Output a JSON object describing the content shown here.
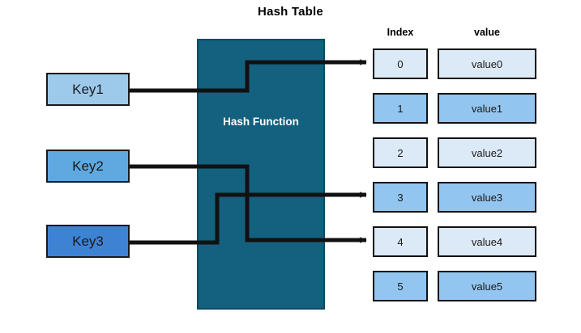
{
  "diagram": {
    "title": "Hash Table",
    "process_label": "Hash Function",
    "colors": {
      "process_fill": "#14607f",
      "process_stroke": "#0d4a63",
      "key1_fill": "#9dc9ea",
      "key2_fill": "#5fa8e0",
      "key3_fill": "#3e82d4",
      "row_even_fill": "#dce9f7",
      "row_odd_fill": "#92c5f0",
      "stroke": "#111111",
      "text": "#1a1a1a",
      "process_text": "#ffffff"
    }
  },
  "keys": [
    {
      "label": "Key1",
      "maps_to_index": "0"
    },
    {
      "label": "Key2",
      "maps_to_index": "4"
    },
    {
      "label": "Key3",
      "maps_to_index": "3"
    }
  ],
  "table": {
    "headers": {
      "index": "Index",
      "value": "value"
    },
    "rows": [
      {
        "index": "0",
        "value": "value0"
      },
      {
        "index": "1",
        "value": "value1"
      },
      {
        "index": "2",
        "value": "value2"
      },
      {
        "index": "3",
        "value": "value3"
      },
      {
        "index": "4",
        "value": "value4"
      },
      {
        "index": "5",
        "value": "value5"
      }
    ]
  }
}
